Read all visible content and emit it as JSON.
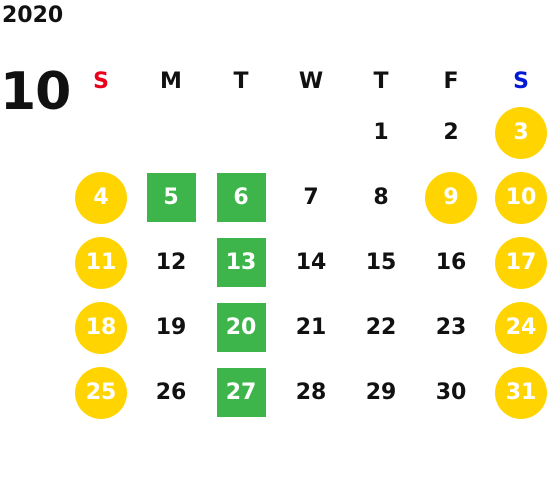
{
  "year": "2020",
  "month": "10",
  "colors": {
    "sunday_header": "#e8001c",
    "saturday_header": "#0019d4",
    "weekend_circle": "#ffd400",
    "holiday_square": "#3db54a"
  },
  "weekdays": [
    {
      "label": "S",
      "color": "#e8001c"
    },
    {
      "label": "M",
      "color": "#111111"
    },
    {
      "label": "T",
      "color": "#111111"
    },
    {
      "label": "W",
      "color": "#111111"
    },
    {
      "label": "T",
      "color": "#111111"
    },
    {
      "label": "F",
      "color": "#111111"
    },
    {
      "label": "S",
      "color": "#0019d4"
    }
  ],
  "weeks": [
    [
      null,
      null,
      null,
      null,
      {
        "n": "1",
        "style": "plain"
      },
      {
        "n": "2",
        "style": "plain"
      },
      {
        "n": "3",
        "style": "circle"
      }
    ],
    [
      {
        "n": "4",
        "style": "circle"
      },
      {
        "n": "5",
        "style": "square"
      },
      {
        "n": "6",
        "style": "square"
      },
      {
        "n": "7",
        "style": "plain"
      },
      {
        "n": "8",
        "style": "plain"
      },
      {
        "n": "9",
        "style": "circle"
      },
      {
        "n": "10",
        "style": "circle"
      }
    ],
    [
      {
        "n": "11",
        "style": "circle"
      },
      {
        "n": "12",
        "style": "plain"
      },
      {
        "n": "13",
        "style": "square"
      },
      {
        "n": "14",
        "style": "plain"
      },
      {
        "n": "15",
        "style": "plain"
      },
      {
        "n": "16",
        "style": "plain"
      },
      {
        "n": "17",
        "style": "circle"
      }
    ],
    [
      {
        "n": "18",
        "style": "circle"
      },
      {
        "n": "19",
        "style": "plain"
      },
      {
        "n": "20",
        "style": "square"
      },
      {
        "n": "21",
        "style": "plain"
      },
      {
        "n": "22",
        "style": "plain"
      },
      {
        "n": "23",
        "style": "plain"
      },
      {
        "n": "24",
        "style": "circle"
      }
    ],
    [
      {
        "n": "25",
        "style": "circle"
      },
      {
        "n": "26",
        "style": "plain"
      },
      {
        "n": "27",
        "style": "square"
      },
      {
        "n": "28",
        "style": "plain"
      },
      {
        "n": "29",
        "style": "plain"
      },
      {
        "n": "30",
        "style": "plain"
      },
      {
        "n": "31",
        "style": "circle"
      }
    ]
  ]
}
